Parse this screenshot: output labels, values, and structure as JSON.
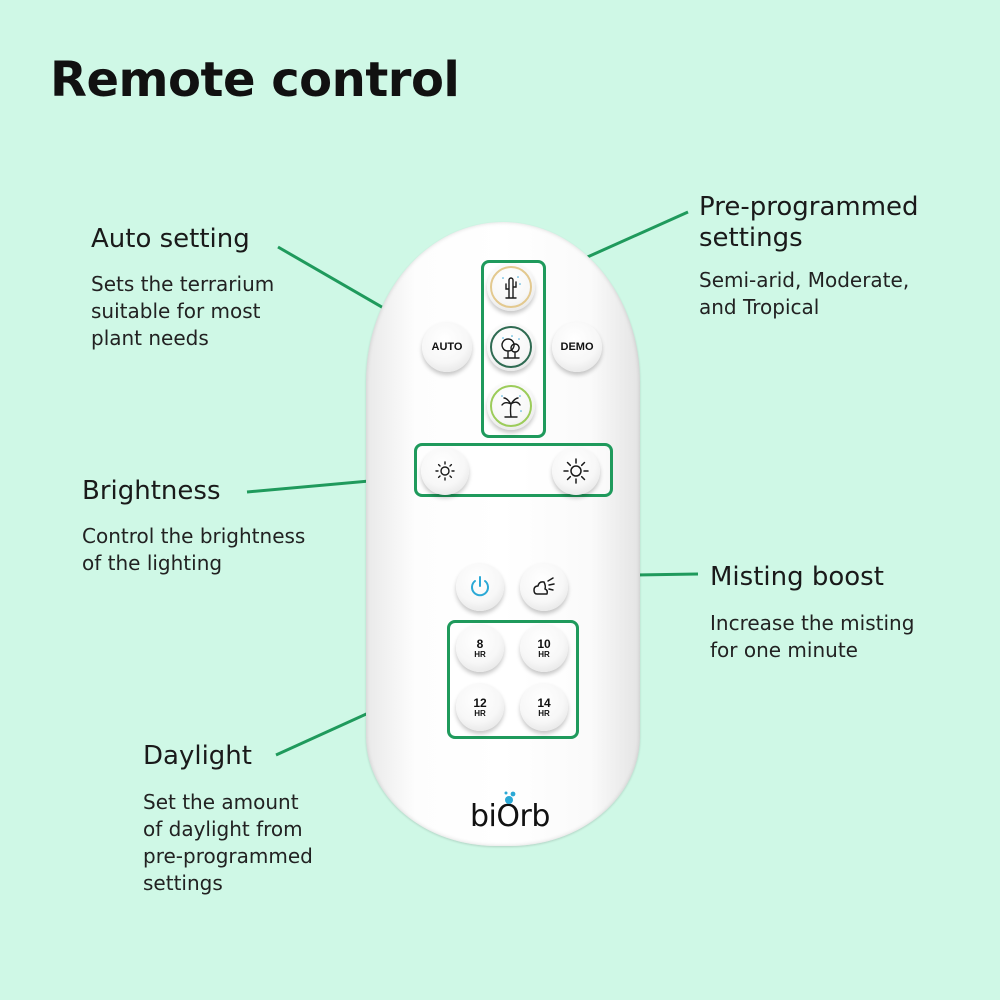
{
  "title": "Remote control",
  "annotations": {
    "auto": {
      "heading": "Auto setting",
      "lines": [
        "Sets the terrarium",
        "suitable for most",
        "plant needs"
      ]
    },
    "preset": {
      "heading_lines": [
        "Pre-programmed",
        "settings"
      ],
      "lines": [
        "Semi-arid, Moderate,",
        "and Tropical"
      ]
    },
    "brightness": {
      "heading": "Brightness",
      "lines": [
        "Control the brightness",
        "of the lighting"
      ]
    },
    "misting": {
      "heading": "Misting boost",
      "lines": [
        "Increase the misting",
        "for one minute"
      ]
    },
    "daylight": {
      "heading": "Daylight",
      "lines": [
        "Set the amount",
        "of daylight from",
        "pre-programmed",
        "settings"
      ]
    }
  },
  "remote": {
    "auto_label": "AUTO",
    "demo_label": "DEMO",
    "timers": [
      {
        "num": "8",
        "unit": "HR"
      },
      {
        "num": "10",
        "unit": "HR"
      },
      {
        "num": "12",
        "unit": "HR"
      },
      {
        "num": "14",
        "unit": "HR"
      }
    ],
    "logo": "biOrb"
  },
  "colors": {
    "background": "#cff8e6",
    "accent_green": "#1f9a5c",
    "power_blue": "#2ba9d6",
    "semi_arid_ring": "#e3c98f",
    "moderate_ring": "#2f6b52",
    "tropical_ring": "#9ccc5a"
  },
  "icons": [
    "cactus-icon",
    "tree-icon",
    "palm-tree-icon",
    "sun-dim-icon",
    "sun-bright-icon",
    "power-icon",
    "mist-icon"
  ]
}
